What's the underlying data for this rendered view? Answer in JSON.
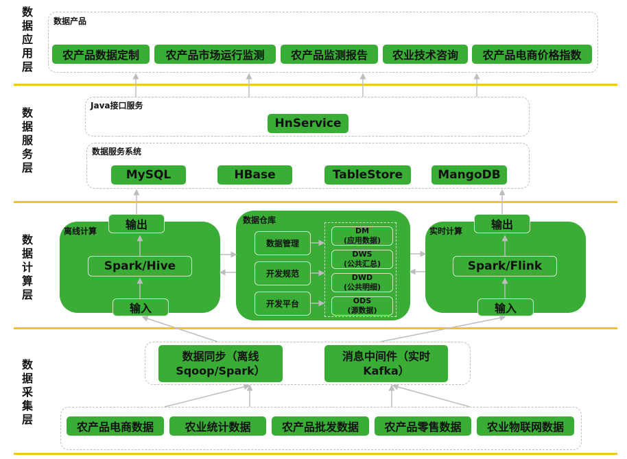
{
  "layers": {
    "application": "数据应用层",
    "service": "数据服务层",
    "compute": "数据计算层",
    "collection": "数据采集层"
  },
  "application": {
    "group_title": "数据产品",
    "items": [
      "农产品数据定制",
      "农产品市场运行监测",
      "农产品监测报告",
      "农业技术咨询",
      "农产品电商价格指数"
    ]
  },
  "service": {
    "java_group_title": "Java接口服务",
    "java_item": "HnService",
    "db_group_title": "数据服务系统",
    "db_items": [
      "MySQL",
      "HBase",
      "TableStore",
      "MangoDB"
    ]
  },
  "compute": {
    "offline": {
      "title": "离线计算",
      "output": "输出",
      "engine": "Spark/Hive",
      "input": "输入"
    },
    "warehouse": {
      "title": "数据仓库",
      "left_items": [
        "数据管理",
        "开发规范",
        "开发平台"
      ],
      "tiers": [
        {
          "name": "DM",
          "desc": "(应用数据)"
        },
        {
          "name": "DWS",
          "desc": "(公共汇总)"
        },
        {
          "name": "DWD",
          "desc": "(公共明细)"
        },
        {
          "name": "ODS",
          "desc": "(源数据)"
        }
      ]
    },
    "realtime": {
      "title": "实时计算",
      "output": "输出",
      "engine": "Spark/Flink",
      "input": "输入"
    }
  },
  "collection": {
    "sync_line1": "数据同步（离线",
    "sync_line2": "Sqoop/Spark）",
    "mq_line1": "消息中间件（实时",
    "mq_line2": "Kafka）",
    "sources": [
      "农产品电商数据",
      "农业统计数据",
      "农产品批发数据",
      "农产品零售数据",
      "农业物联网数据"
    ]
  },
  "colors": {
    "box_green": "#3aad36",
    "separator": "#f5c518",
    "dashed_border": "#bdbdbd",
    "arrow": "#bdbdbd"
  }
}
